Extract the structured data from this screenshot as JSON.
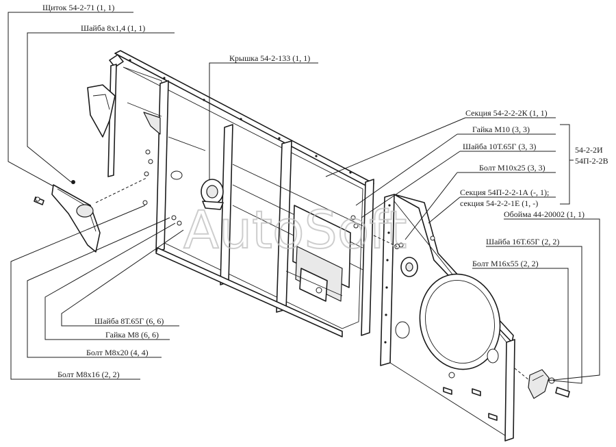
{
  "watermark": "AutoSoft",
  "labels": {
    "shchitok": "Щиток 54-2-71 (1, 1)",
    "shaiba_8x14": "Шайба 8х1,4 (1, 1)",
    "kryshka": "Крышка 54-2-133 (1, 1)",
    "sektsiya_2k": "Секция 54-2-2-2К (1, 1)",
    "gaika_m10": "Гайка М10 (3, 3)",
    "shaiba_10t": "Шайба 10Т.65Г (3, 3)",
    "bolt_m10x25": "Болт М10х25 (3, 3)",
    "sektsiya_2a": "Секция 54П-2-2-1А (-, 1);",
    "sektsiya_1e": "секция 54-2-2-1Е (1, -)",
    "oboima": "Обойма 44-20002 (1, 1)",
    "shaiba_16t": "Шайба 16Т.65Г (2, 2)",
    "bolt_m16x55": "Болт М16х55 (2, 2)",
    "shaiba_8t": "Шайба 8Т.65Г (6, 6)",
    "gaika_m8": "Гайка М8 (6, 6)",
    "bolt_m8x20": "Болт М8х20 (4, 4)",
    "bolt_m8x16": "Болт М8х16 (2, 2)",
    "assembly_1": "54-2-2И",
    "assembly_2": "54П-2-2В"
  }
}
